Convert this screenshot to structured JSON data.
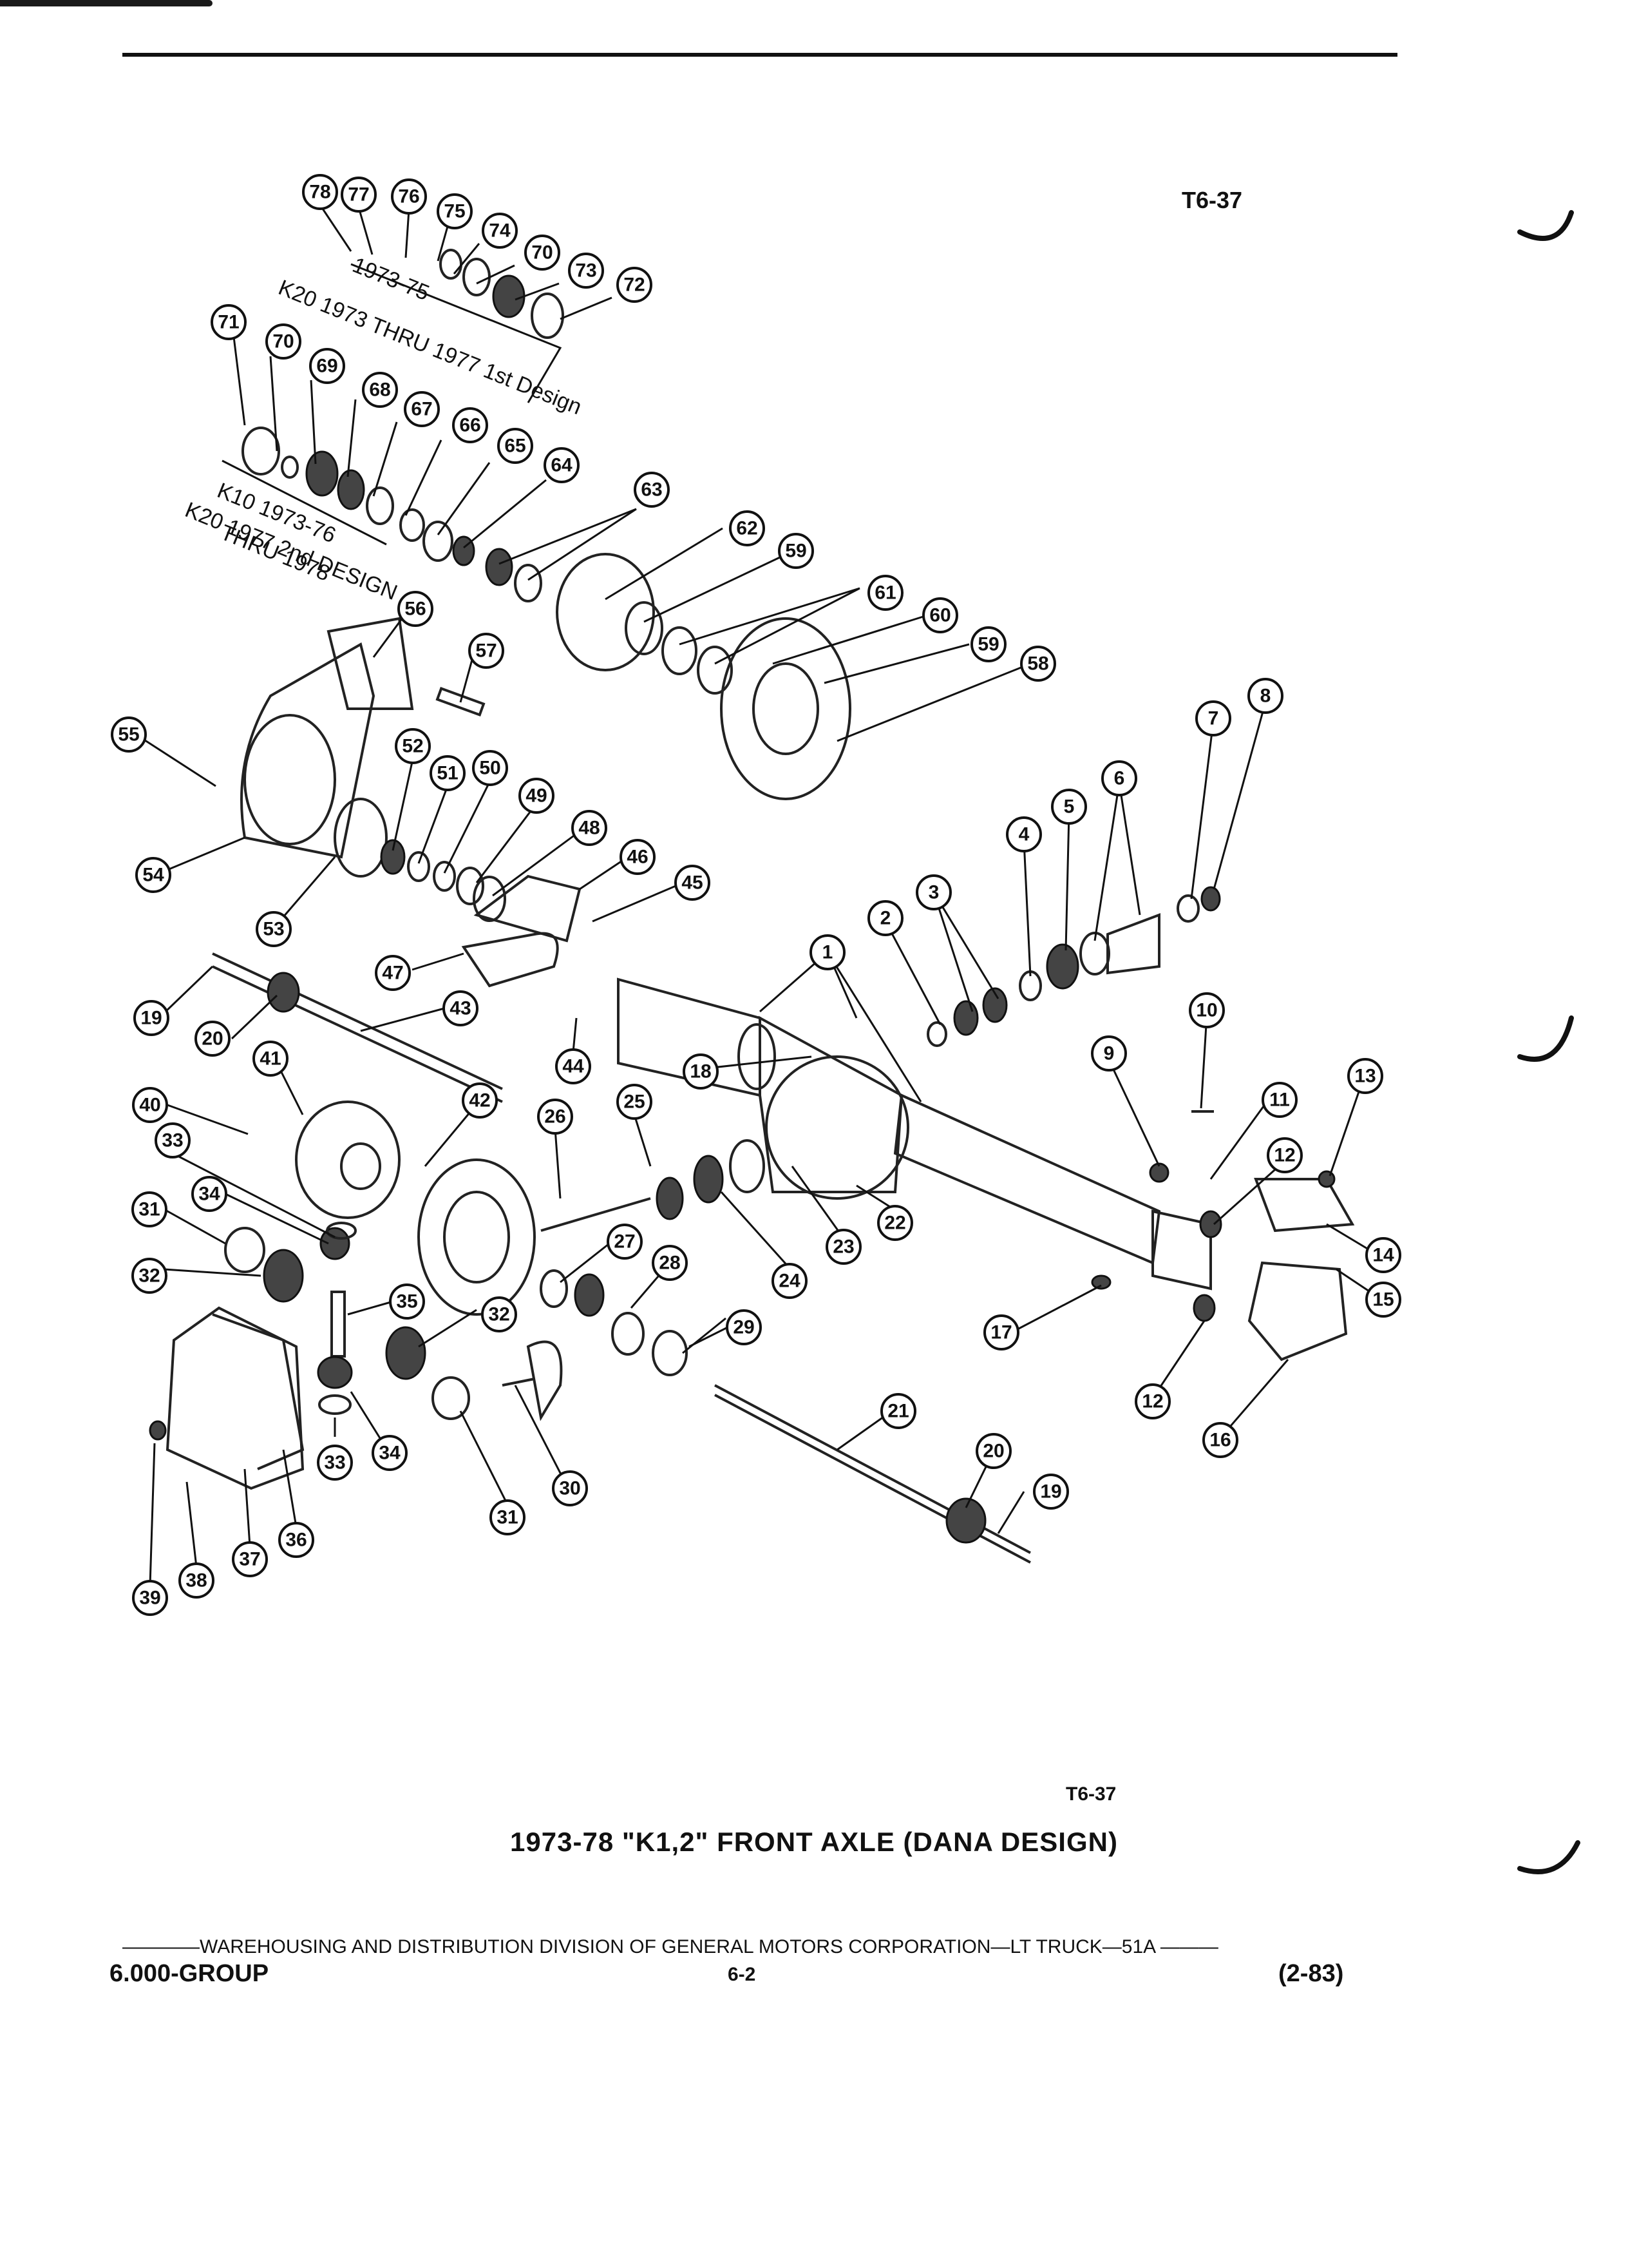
{
  "figure_ref_top": "T6-37",
  "figure_ref_bottom": "T6-37",
  "title": "1973-78 \"K1,2\" FRONT AXLE (DANA DESIGN)",
  "footer": {
    "line": "WAREHOUSING AND DISTRIBUTION  DIVISION OF GENERAL MOTORS CORPORATION—LT TRUCK—51A",
    "group": "6.000-GROUP",
    "page": "6-2",
    "date": "(2-83)"
  },
  "notes": {
    "note1_line1": "1973-75",
    "note1_line2": "K20 1973 THRU 1977 1st Design",
    "note2_line1": "K10 1973-76",
    "note2_line2": "K20 1977 2nd DESIGN",
    "note2_line3": "THRU 1978"
  },
  "callouts": [
    "78",
    "77",
    "76",
    "75",
    "74",
    "70",
    "73",
    "72",
    "71",
    "70",
    "69",
    "68",
    "67",
    "66",
    "65",
    "64",
    "63",
    "62",
    "59",
    "61",
    "60",
    "59",
    "58",
    "56",
    "57",
    "55",
    "54",
    "53",
    "52",
    "51",
    "50",
    "49",
    "48",
    "46",
    "45",
    "47",
    "19",
    "20",
    "43",
    "44",
    "41",
    "40",
    "42",
    "33",
    "34",
    "31",
    "32",
    "26",
    "25",
    "27",
    "28",
    "35",
    "32",
    "39",
    "38",
    "37",
    "36",
    "33",
    "34",
    "31",
    "30",
    "29",
    "21",
    "20",
    "19",
    "18",
    "1",
    "2",
    "3",
    "4",
    "5",
    "6",
    "7",
    "8",
    "10",
    "9",
    "11",
    "13",
    "12",
    "14",
    "15",
    "17",
    "12",
    "16",
    "22",
    "23",
    "24"
  ]
}
